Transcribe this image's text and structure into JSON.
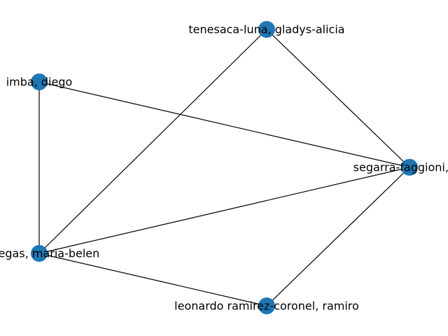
{
  "graph": {
    "node_color": "#1f77b4",
    "edge_color": "#000000",
    "label_color": "#000000",
    "nodes": [
      {
        "id": "tenesaca",
        "label": "tenesaca-luna, gladys-alicia"
      },
      {
        "id": "imba",
        "label": "imba, diego"
      },
      {
        "id": "segarra",
        "label": "segarra-faggioni, ve"
      },
      {
        "id": "ciniegas",
        "label": "ciniegas, maria-belen"
      },
      {
        "id": "ramirez",
        "label": "leonardo ramirez-coronel, ramiro"
      }
    ],
    "edges": [
      {
        "source": "tenesaca",
        "target": "segarra"
      },
      {
        "source": "tenesaca",
        "target": "ciniegas"
      },
      {
        "source": "imba",
        "target": "segarra"
      },
      {
        "source": "imba",
        "target": "ciniegas"
      },
      {
        "source": "ciniegas",
        "target": "segarra"
      },
      {
        "source": "ciniegas",
        "target": "ramirez"
      },
      {
        "source": "ramirez",
        "target": "segarra"
      }
    ]
  }
}
